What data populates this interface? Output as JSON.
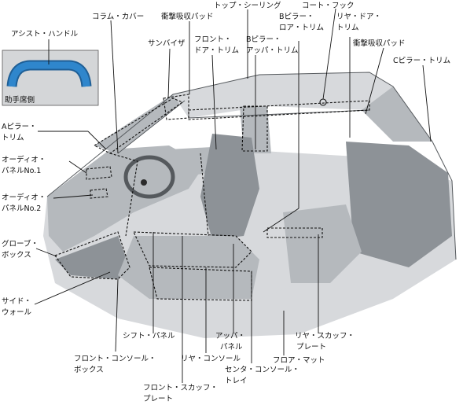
{
  "inset": {
    "title": "アシスト・ハンドル",
    "caption": "助手席側"
  },
  "labels": {
    "column_cover": "コラム・カバー",
    "impact_pad_front": "衝撃吸収パッド",
    "top_ceiling": "トップ・シーリング",
    "b_lower_1": "Bピラー・",
    "b_lower_2": "ロア・トリム",
    "rear_door_1": "リヤ・ドア・",
    "rear_door_2": "トリム",
    "coat_hook": "コート・フック",
    "impact_pad_rear": "衝撃吸収パッド",
    "sun_visor": "サンバイザ",
    "front_door_1": "フロント・",
    "front_door_2": "ドア・トリム",
    "b_upper_1": "Bピラー・",
    "b_upper_2": "アッパ・トリム",
    "c_pillar": "Cピラー・トリム",
    "a_pillar_1": "Aピラー・",
    "a_pillar_2": "トリム",
    "audio1_1": "オーディオ・",
    "audio1_2": "パネルNo.1",
    "audio2_1": "オーディオ・",
    "audio2_2": "パネルNo.2",
    "glove_1": "グローブ・",
    "glove_2": "ボックス",
    "side_wall_1": "サイド・",
    "side_wall_2": "ウォール",
    "shift_panel": "シフト・パネル",
    "upper_panel_1": "アッパ・",
    "upper_panel_2": "パネル",
    "rear_scuff_1": "リヤ・スカッフ・",
    "rear_scuff_2": "プレート",
    "front_console_1": "フロント・コンソール・",
    "front_console_2": "ボックス",
    "rear_console": "リヤ・コンソール",
    "floor_mat": "フロア・マット",
    "center_console_1": "センタ・コンソール・",
    "center_console_2": "トレイ",
    "front_scuff_1": "フロント・スカッフ・",
    "front_scuff_2": "プレート"
  },
  "colors": {
    "handle": "#2f86cc",
    "inset_bg": "#d4d6d8"
  }
}
